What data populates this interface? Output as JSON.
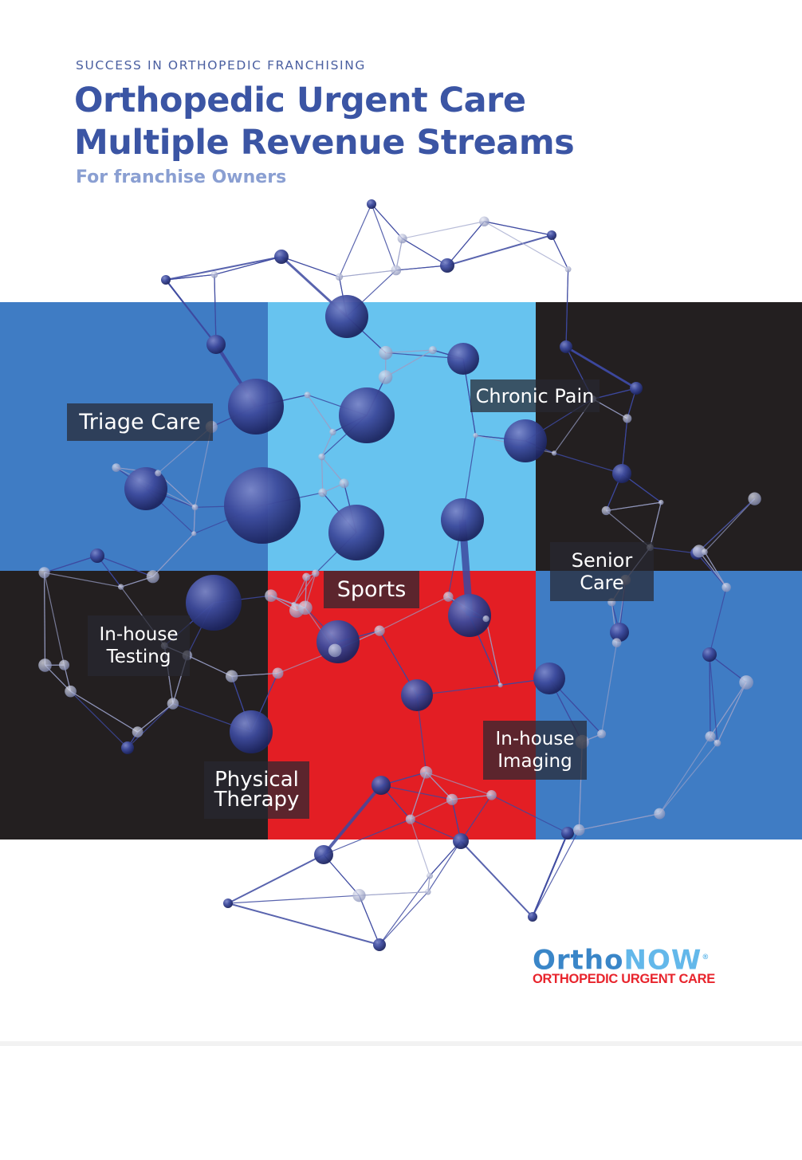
{
  "header": {
    "kicker": "SUCCESS IN ORTHOPEDIC FRANCHISING",
    "title_line1": "Orthopedic Urgent Care",
    "title_line2": "Multiple Revenue Streams",
    "subtitle": "For franchise Owners"
  },
  "colors": {
    "title": "#3b55a4",
    "dark_blue": "#3f7cc4",
    "light_blue": "#67c3ef",
    "black": "#231f20",
    "red": "#e31e24"
  },
  "streams": [
    {
      "line1": "Triage Care",
      "line2": ""
    },
    {
      "line1": "Chronic Pain",
      "line2": ""
    },
    {
      "line1": "Senior",
      "line2": "Care"
    },
    {
      "line1": "Sports",
      "line2": ""
    },
    {
      "line1": "In-house",
      "line2": "Testing"
    },
    {
      "line1": "In-house",
      "line2": "Imaging"
    },
    {
      "line1": "Physical",
      "line2": "Therapy"
    }
  ],
  "logo": {
    "part1": "Ortho",
    "part2": "NOW",
    "mark": "®",
    "tagline": "ORTHOPEDIC URGENT CARE"
  }
}
